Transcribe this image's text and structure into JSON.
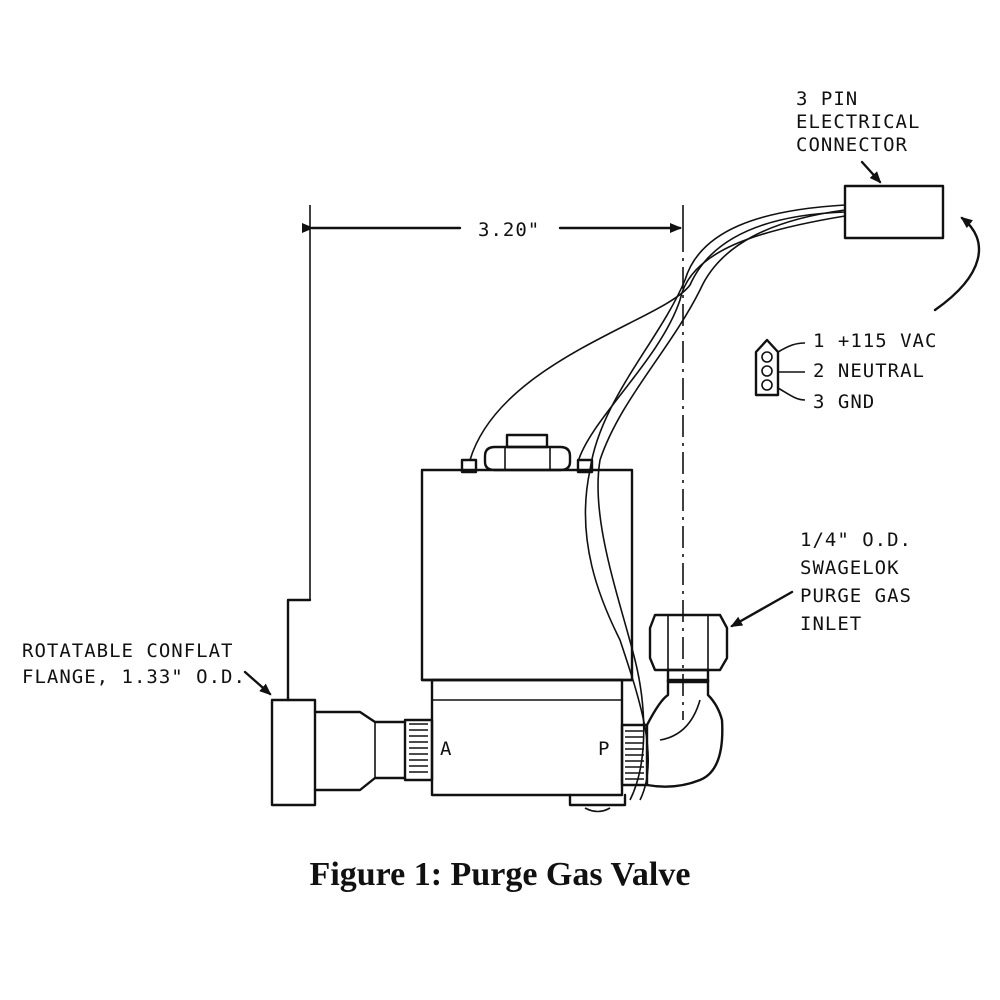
{
  "figure": {
    "caption": "Figure 1: Purge Gas Valve"
  },
  "labels": {
    "connector": [
      "3 PIN",
      "ELECTRICAL",
      "CONNECTOR"
    ],
    "dimension": "3.20\"",
    "pins": [
      "1  +115 VAC",
      "2  NEUTRAL",
      "3  GND"
    ],
    "inlet": [
      "1/4\" O.D.",
      "SWAGELOK",
      "PURGE GAS",
      "INLET"
    ],
    "flange": [
      "ROTATABLE  CONFLAT",
      "FLANGE, 1.33\" O.D."
    ],
    "port_a": "A",
    "port_p": "P"
  }
}
